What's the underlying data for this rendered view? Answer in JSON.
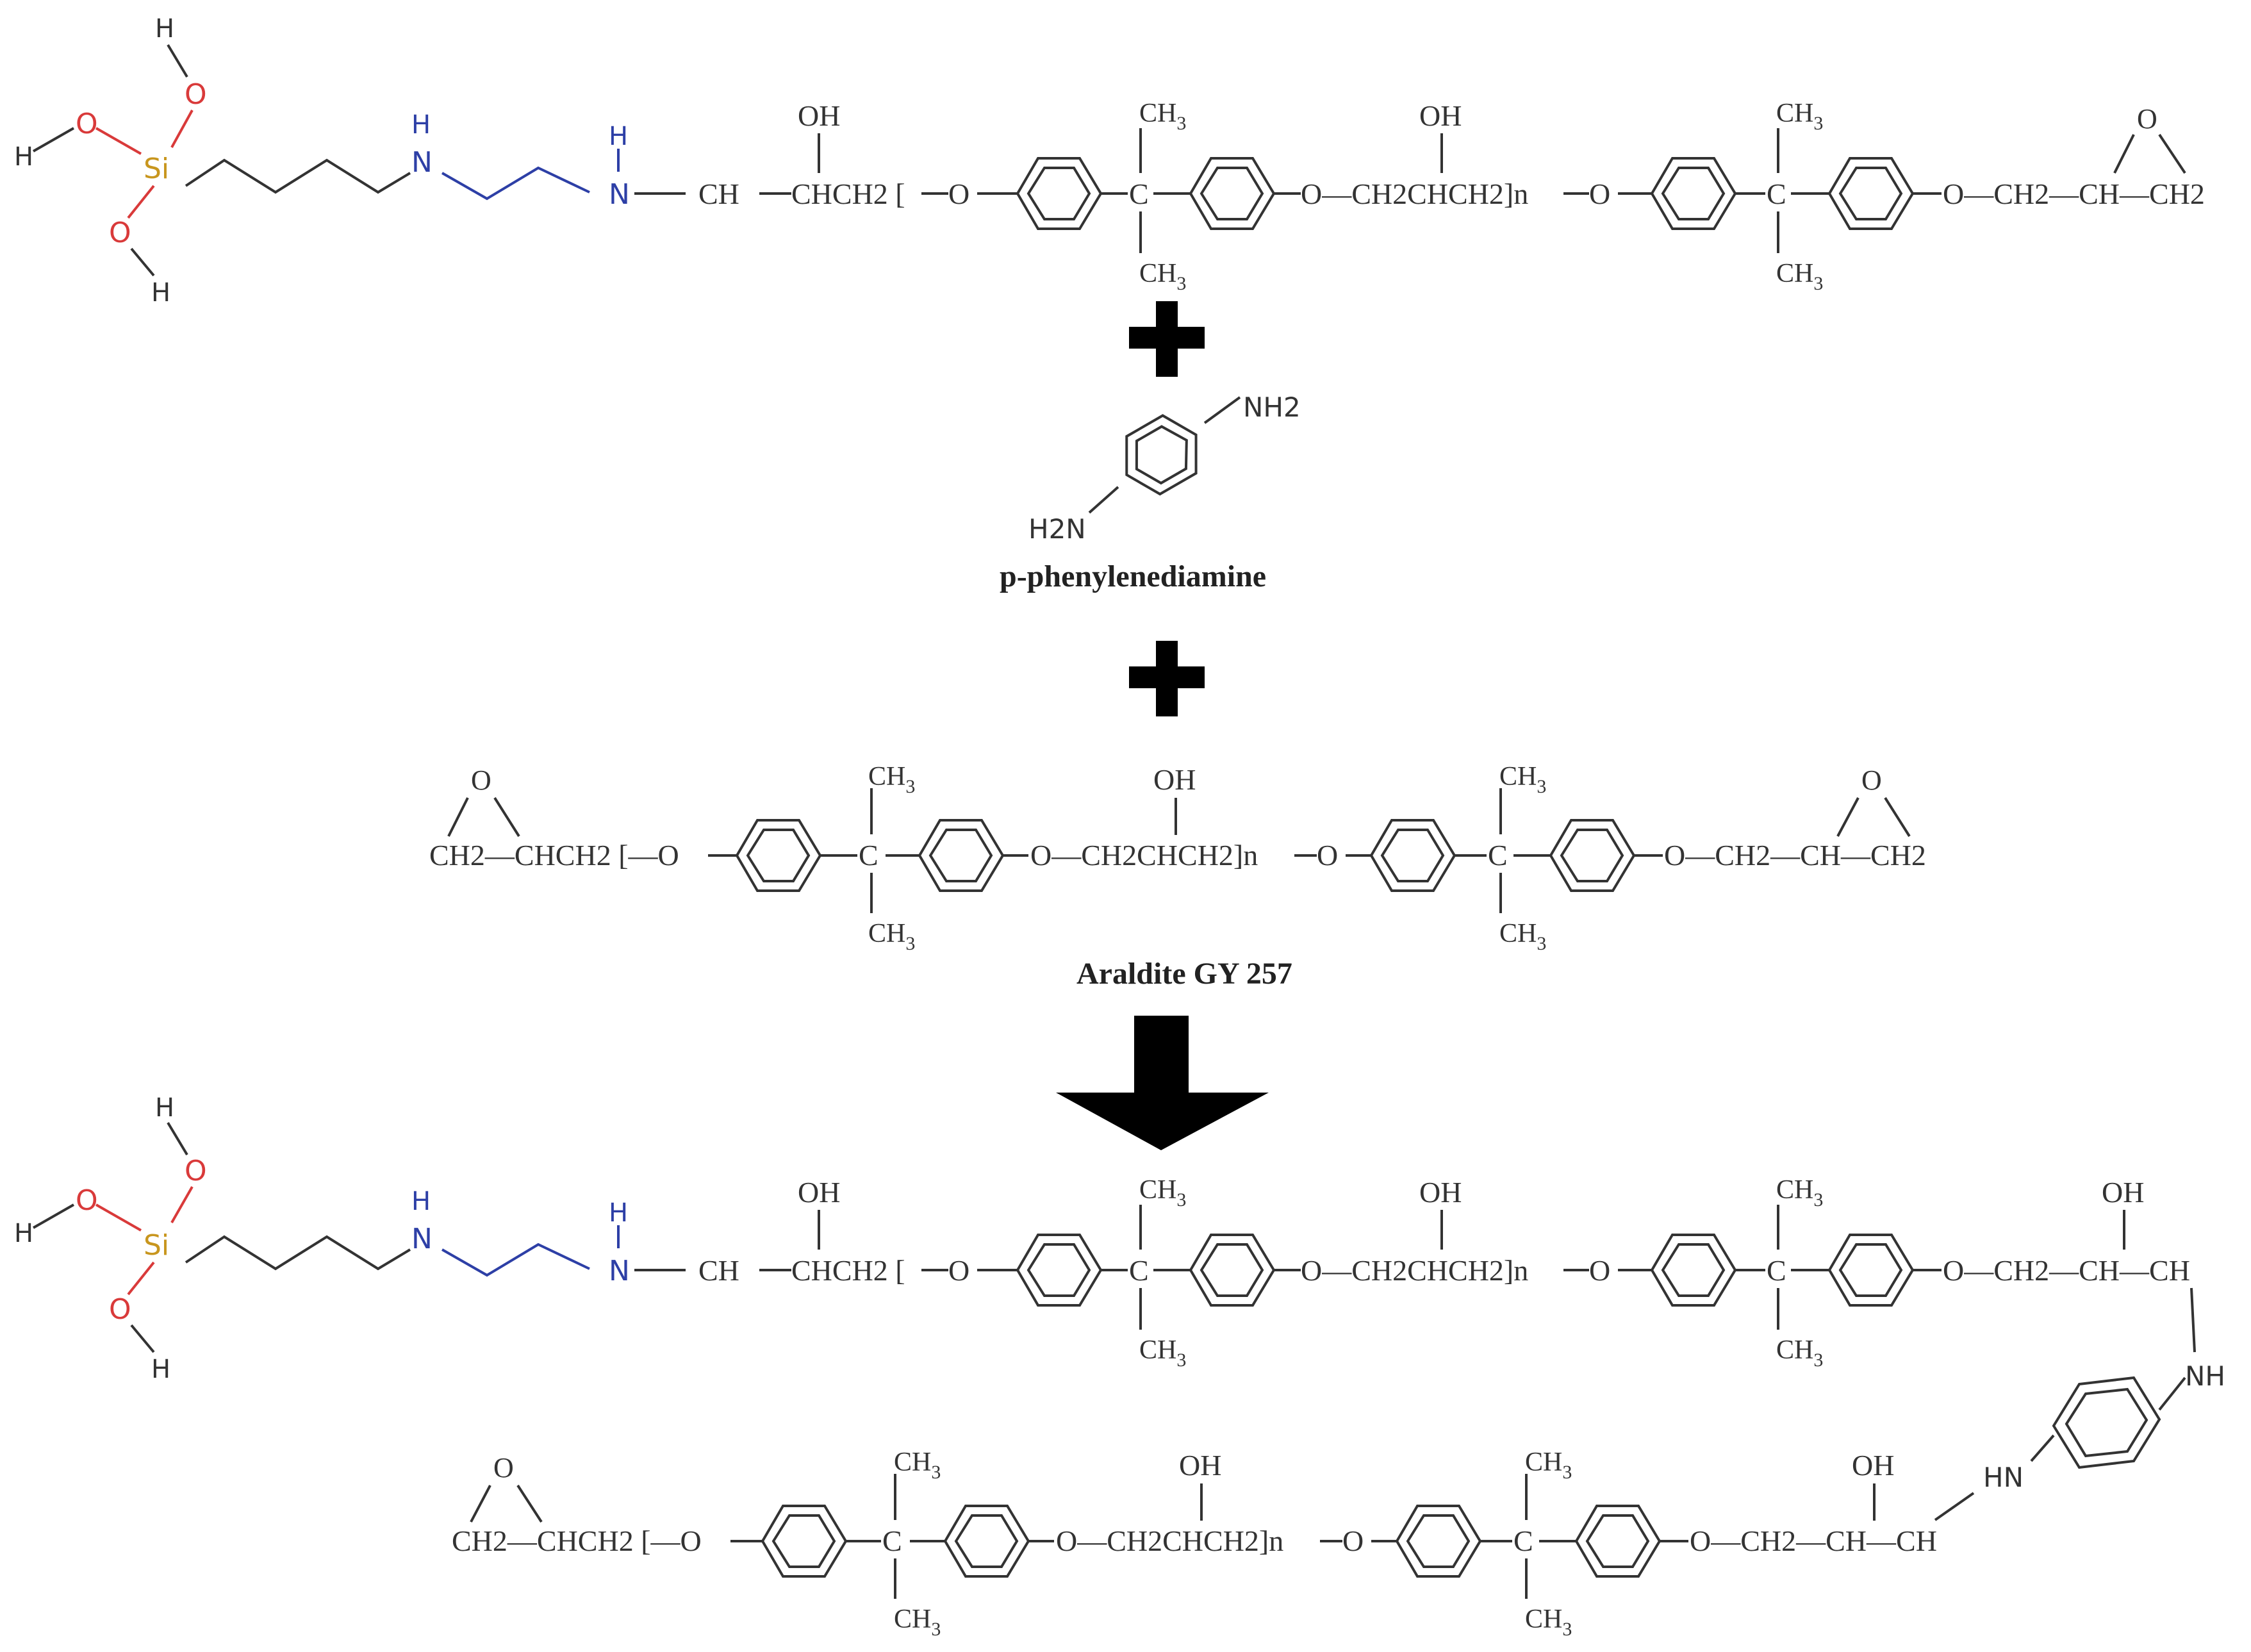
{
  "colors": {
    "bond": "#333333",
    "silanol_oxygen": "#d93a3a",
    "silicon": "#c8961e",
    "amine_nitrogen": "#2d3fa6",
    "arrow": "#000000"
  },
  "atoms": {
    "h": "H",
    "o": "O",
    "si": "Si",
    "n": "N",
    "nh": "NH",
    "hn": "HN",
    "oh": "OH",
    "c": "C",
    "ch": "CH",
    "ch_dash": "—CH",
    "ch3": "CH3",
    "ch3_base": "CH",
    "ch3_sub": "3",
    "o_dash": "—O",
    "chch2": "CHCH2 [",
    "o_ch2_left": "O—CH2CHCH2]n",
    "o_ch2_ch_ch2": "O—CH2—CH—CH2",
    "o_ch2_ch_ch": "O—CH2—CH—CH",
    "epox_start": "CH2—CHCH2 [—O",
    "nh2": "NH2",
    "h2n": "H2N"
  },
  "labels": {
    "ppd": "p-phenylenediamine",
    "araldite": "Araldite GY 257"
  }
}
